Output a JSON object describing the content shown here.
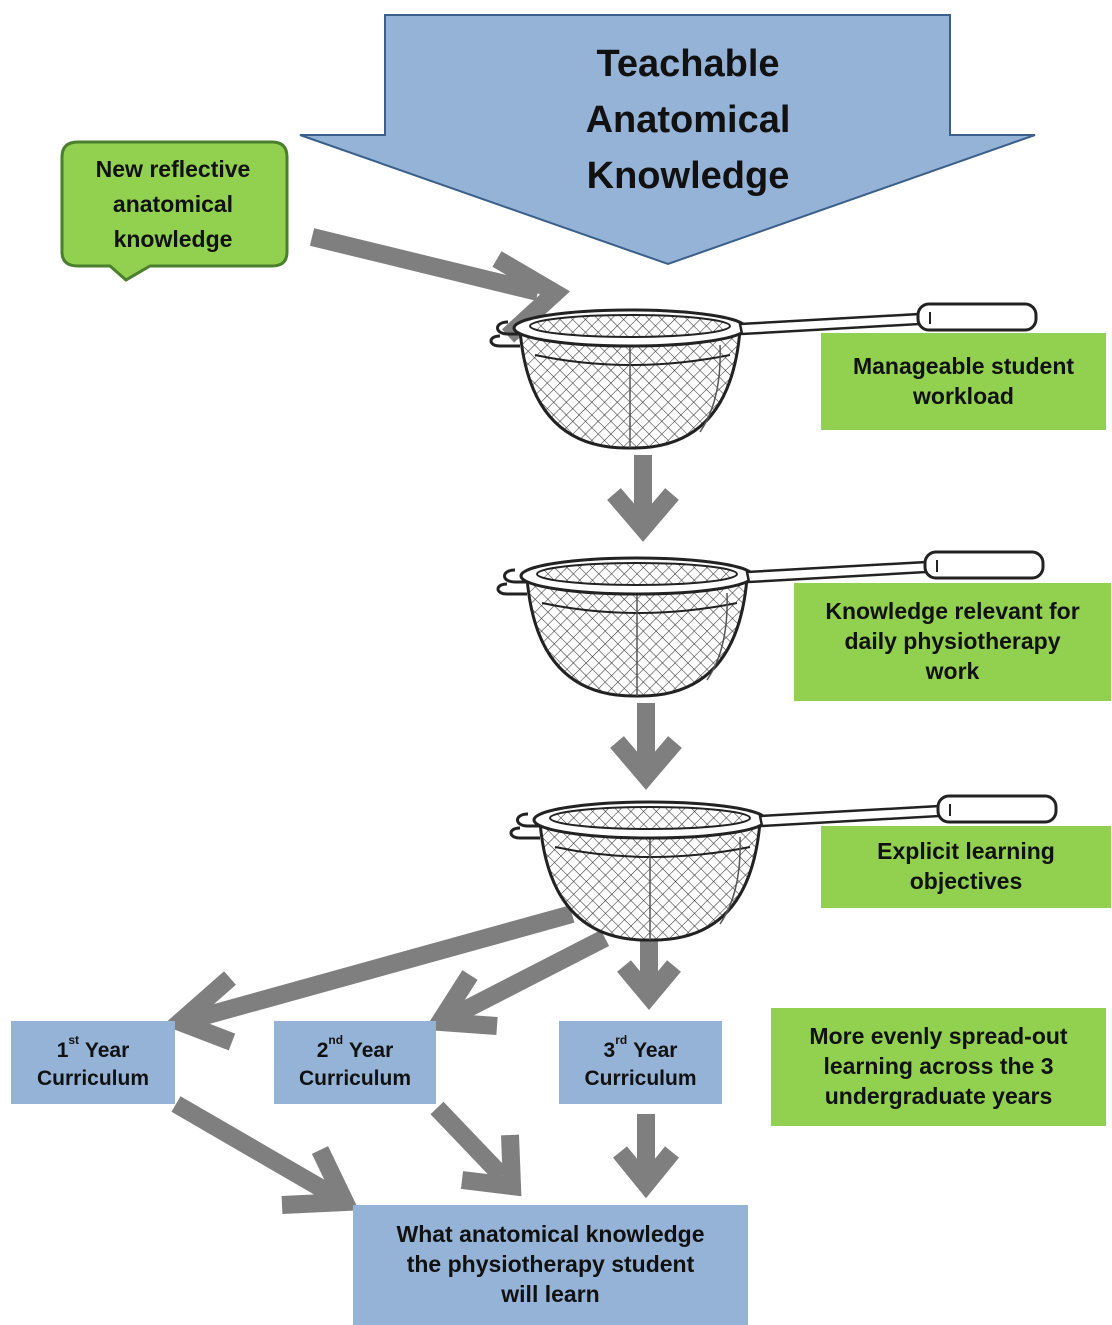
{
  "title": {
    "line1": "Teachable",
    "line2": "Anatomical",
    "line3": "Knowledge"
  },
  "callout": {
    "line1": "New reflective",
    "line2": "anatomical",
    "line3": "knowledge"
  },
  "filters": [
    {
      "line1": "Manageable student",
      "line2": "workload"
    },
    {
      "line1": "Knowledge relevant for",
      "line2": "daily physiotherapy",
      "line3": "work"
    },
    {
      "line1": "Explicit learning",
      "line2": "objectives"
    }
  ],
  "curricula": [
    {
      "num": "1",
      "sup": "st",
      "word": "Year",
      "label": "Curriculum"
    },
    {
      "num": "2",
      "sup": "nd",
      "word": "Year",
      "label": "Curriculum"
    },
    {
      "num": "3",
      "sup": "rd",
      "word": "Year",
      "label": "Curriculum"
    }
  ],
  "spread_note": {
    "line1": "More evenly spread-out",
    "line2": "learning across the 3",
    "line3": "undergraduate years"
  },
  "outcome": {
    "line1": "What anatomical knowledge",
    "line2": "the physiotherapy student",
    "line3": "will learn"
  },
  "colors": {
    "blue_fill": "#95b3d7",
    "green_fill": "#92d050",
    "arrow_gray": "#7f7f7f",
    "strainer_outline": "#222222"
  },
  "icons": [
    "down-arrow-shape",
    "callout-bubble",
    "strainer-icon",
    "gray-arrow"
  ]
}
